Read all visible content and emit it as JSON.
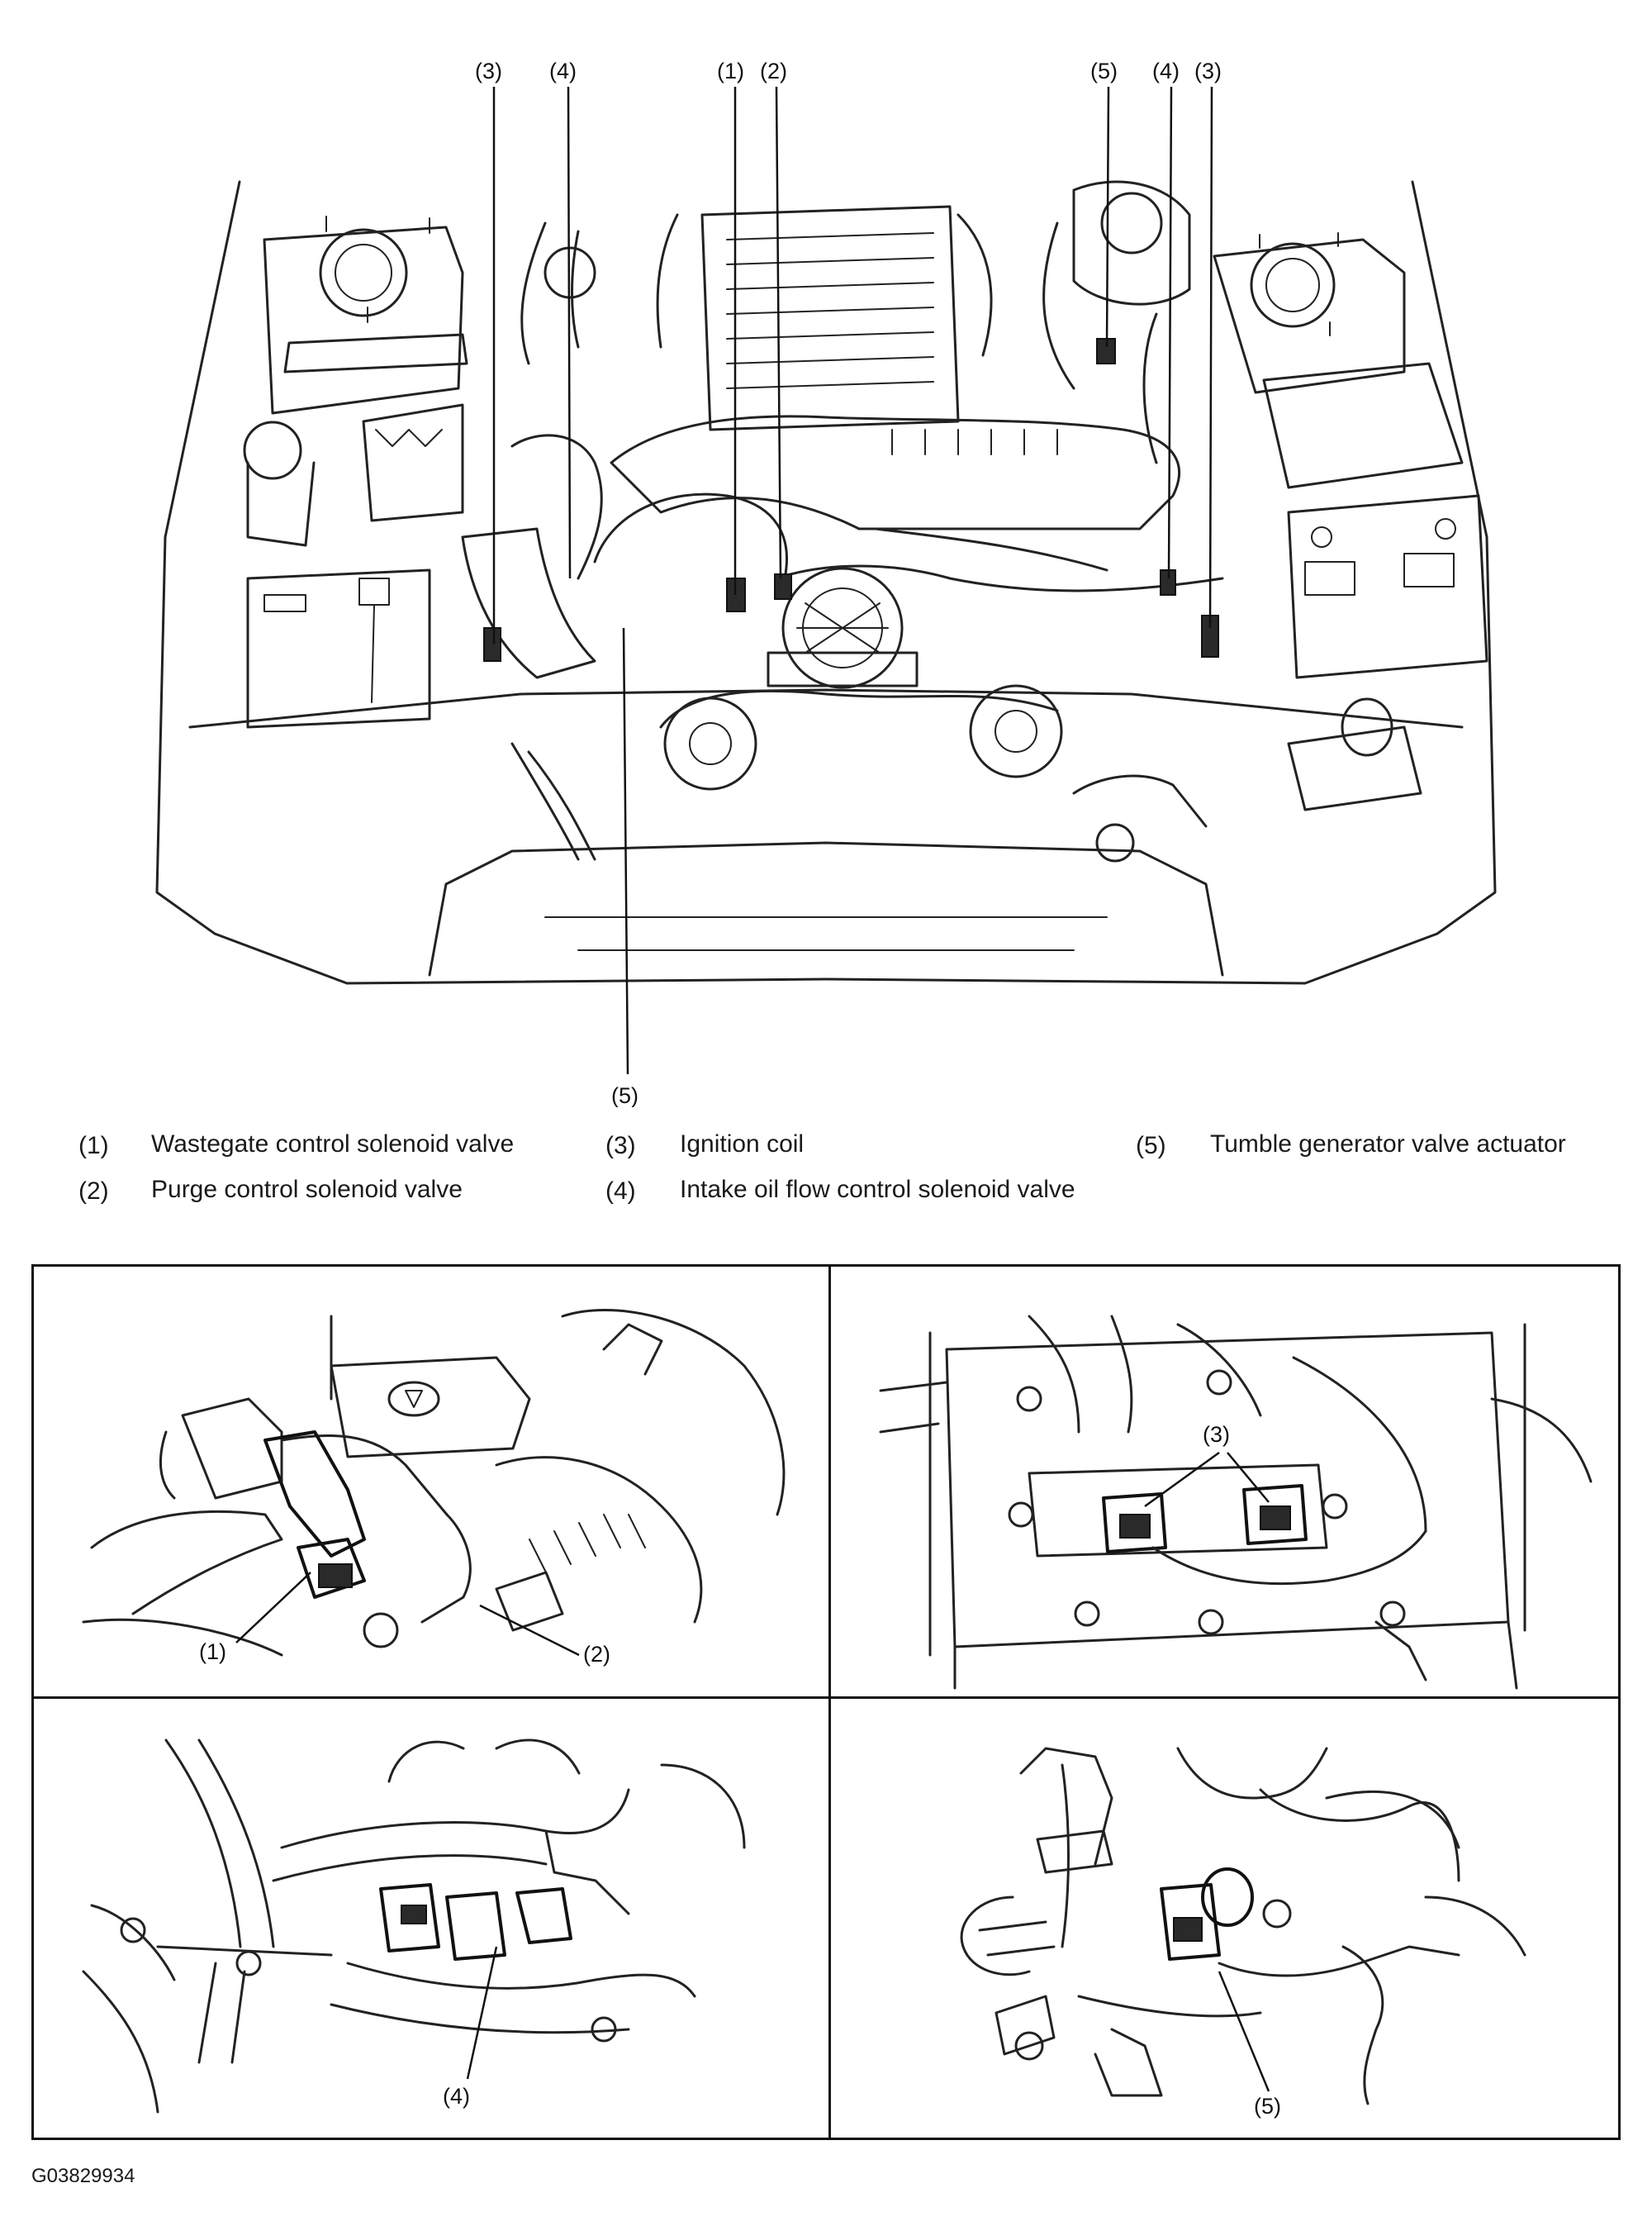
{
  "main_callouts": [
    "(3)",
    "(4)",
    "(1)",
    "(2)",
    "(5)",
    "(4)",
    "(3)",
    "(5)"
  ],
  "legend": [
    {
      "num": "(1)",
      "text": "Wastegate control solenoid valve"
    },
    {
      "num": "(2)",
      "text": "Purge control solenoid valve"
    },
    {
      "num": "(3)",
      "text": "Ignition coil"
    },
    {
      "num": "(4)",
      "text": "Intake oil flow control solenoid valve"
    },
    {
      "num": "(5)",
      "text": "Tumble generator valve actuator"
    }
  ],
  "detail_panels": [
    {
      "callouts": [
        "(1)",
        "(2)"
      ]
    },
    {
      "callouts": [
        "(3)"
      ]
    },
    {
      "callouts": [
        "(4)"
      ]
    },
    {
      "callouts": [
        "(5)"
      ]
    }
  ],
  "figure_id": "G03829934"
}
